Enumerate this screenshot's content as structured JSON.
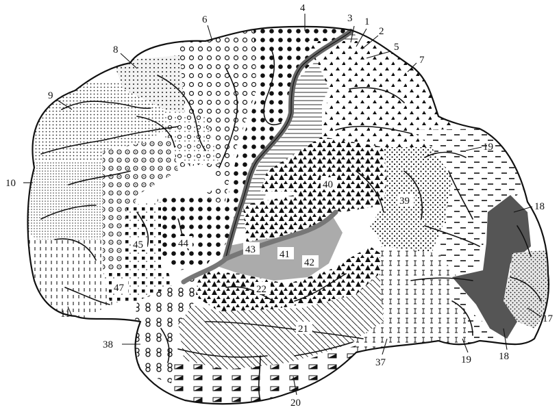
{
  "diagram": {
    "outer_labels": [
      {
        "id": "1",
        "text": "1"
      },
      {
        "id": "2",
        "text": "2"
      },
      {
        "id": "3",
        "text": "3"
      },
      {
        "id": "4",
        "text": "4"
      },
      {
        "id": "5",
        "text": "5"
      },
      {
        "id": "6",
        "text": "6"
      },
      {
        "id": "7",
        "text": "7"
      },
      {
        "id": "8",
        "text": "8"
      },
      {
        "id": "9",
        "text": "9"
      },
      {
        "id": "10",
        "text": "10"
      },
      {
        "id": "11",
        "text": "11"
      },
      {
        "id": "17",
        "text": "17"
      },
      {
        "id": "18a",
        "text": "18"
      },
      {
        "id": "18b",
        "text": "18"
      },
      {
        "id": "19a",
        "text": "19"
      },
      {
        "id": "19b",
        "text": "19"
      },
      {
        "id": "20",
        "text": "20"
      },
      {
        "id": "37",
        "text": "37"
      },
      {
        "id": "38",
        "text": "38"
      }
    ],
    "inner_labels": [
      {
        "id": "21",
        "text": "21"
      },
      {
        "id": "22",
        "text": "22"
      },
      {
        "id": "39",
        "text": "39"
      },
      {
        "id": "40",
        "text": "40"
      },
      {
        "id": "41",
        "text": "41"
      },
      {
        "id": "42",
        "text": "42"
      },
      {
        "id": "43",
        "text": "43"
      },
      {
        "id": "44",
        "text": "44"
      },
      {
        "id": "45",
        "text": "45"
      },
      {
        "id": "47",
        "text": "47"
      }
    ]
  }
}
